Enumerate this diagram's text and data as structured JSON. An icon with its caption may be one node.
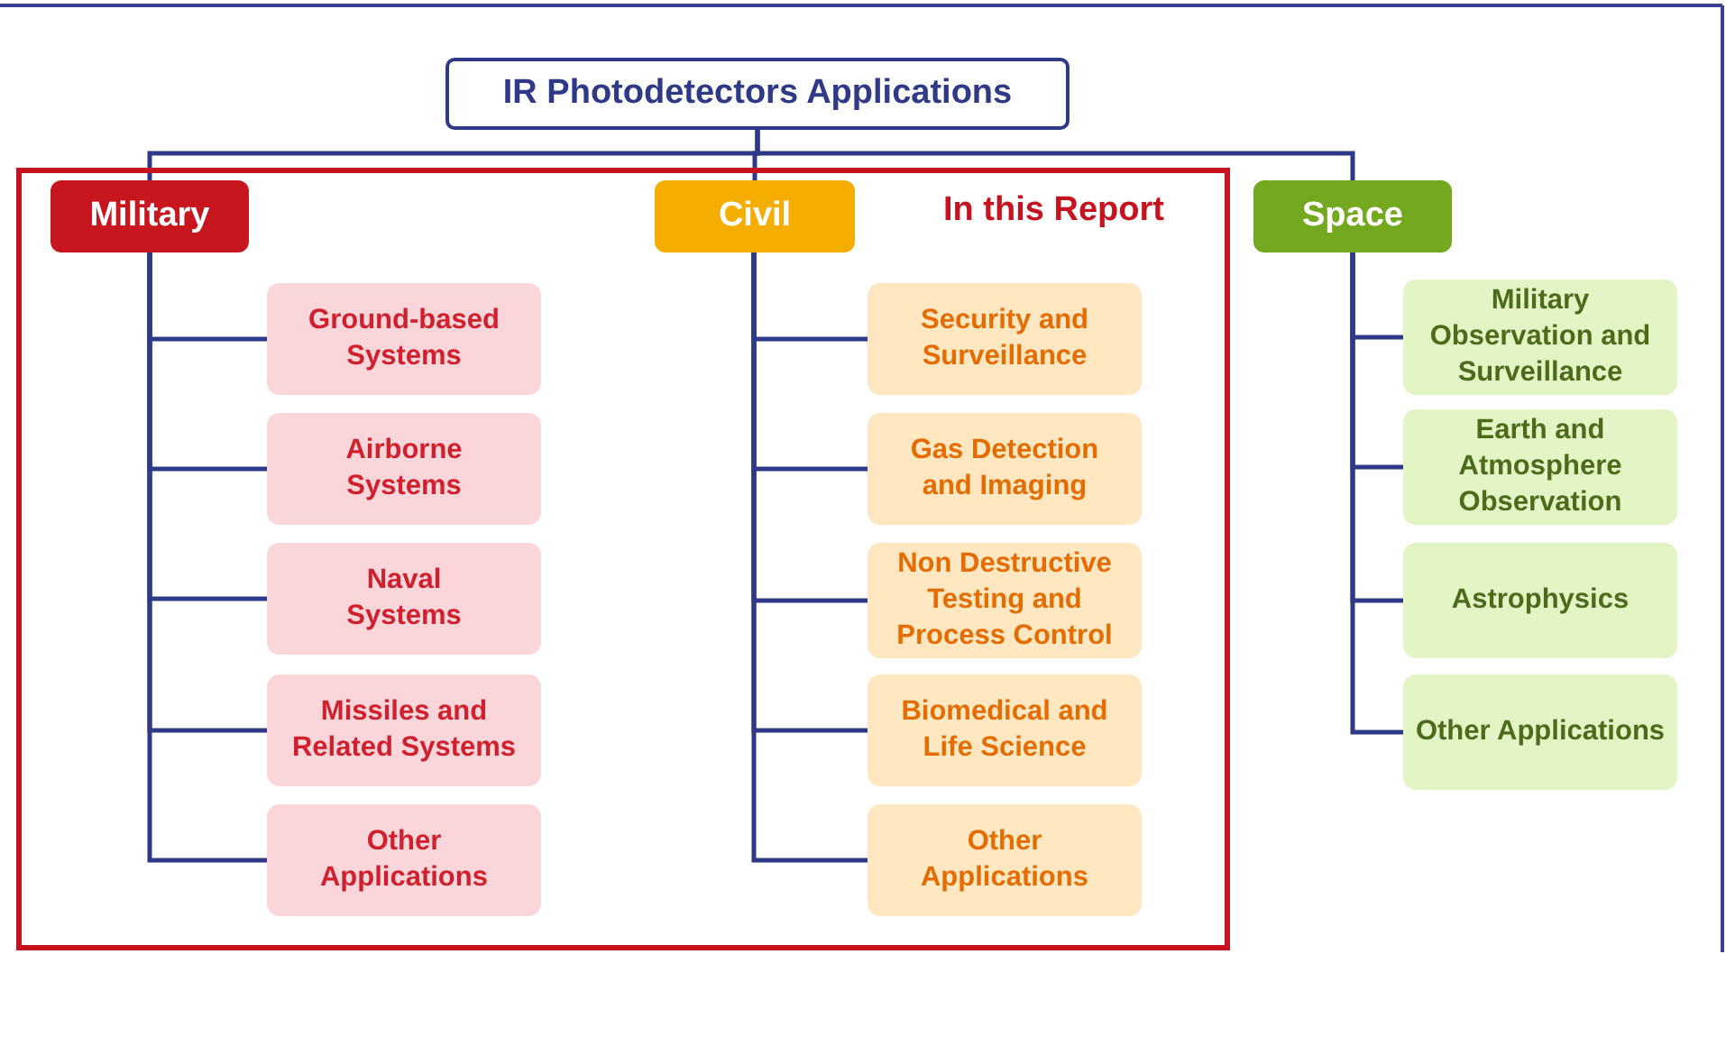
{
  "diagram": {
    "nodes": [
      {
        "text": [
          "IR Photodetectors Applications"
        ]
      },
      {
        "text": [
          "In this Report"
        ]
      },
      {
        "text": [
          "Military"
        ],
        "in": 1
      },
      {
        "text": [
          "Ground-based Systems"
        ],
        "in": 1
      },
      {
        "text": [
          "Airborne Systems"
        ],
        "in": 1
      },
      {
        "text": [
          "Naval Systems"
        ],
        "in": 1
      },
      {
        "text": [
          "Missiles and Related Systems"
        ],
        "in": 1
      },
      {
        "text": [
          "Other Applications"
        ],
        "in": 1
      },
      {
        "text": [
          "Civil"
        ],
        "in": 1
      },
      {
        "text": [
          "Security and Surveillance"
        ],
        "in": 1
      },
      {
        "text": [
          "Gas Detection and Imaging"
        ],
        "in": 1
      },
      {
        "text": [
          "Non Destructive Testing and Process Control"
        ],
        "in": 1
      },
      {
        "text": [
          "Biomedical and Life Science"
        ],
        "in": 1
      },
      {
        "text": [
          "Other Applications"
        ],
        "in": 1
      },
      {
        "text": [
          "Space"
        ]
      },
      {
        "text": [
          "Military Observation and Surveillance"
        ]
      },
      {
        "text": [
          "Earth and Atmosphere Observation"
        ]
      },
      {
        "text": [
          "Astrophysics"
        ]
      },
      {
        "text": [
          "Other Applications"
        ]
      }
    ],
    "edges": [
      {
        "from": 0,
        "to": 2,
        "arrow": "none"
      },
      {
        "from": 0,
        "to": 8,
        "arrow": "none"
      },
      {
        "from": 0,
        "to": 14,
        "arrow": "none"
      },
      {
        "from": 2,
        "to": 3,
        "arrow": "none"
      },
      {
        "from": 2,
        "to": 4,
        "arrow": "none"
      },
      {
        "from": 2,
        "to": 5,
        "arrow": "none"
      },
      {
        "from": 2,
        "to": 6,
        "arrow": "none"
      },
      {
        "from": 2,
        "to": 7,
        "arrow": "none"
      },
      {
        "from": 8,
        "to": 9,
        "arrow": "none"
      },
      {
        "from": 8,
        "to": 10,
        "arrow": "none"
      },
      {
        "from": 8,
        "to": 11,
        "arrow": "none"
      },
      {
        "from": 8,
        "to": 12,
        "arrow": "none"
      },
      {
        "from": 8,
        "to": 13,
        "arrow": "none"
      },
      {
        "from": 14,
        "to": 15,
        "arrow": "none"
      },
      {
        "from": 14,
        "to": 16,
        "arrow": "none"
      },
      {
        "from": 14,
        "to": 17,
        "arrow": "none"
      },
      {
        "from": 14,
        "to": 18,
        "arrow": "none"
      }
    ]
  }
}
